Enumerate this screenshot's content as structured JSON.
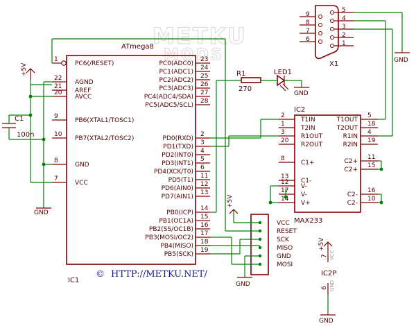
{
  "watermark": {
    "line1": "METKU",
    "line2": "MODS"
  },
  "copyright": {
    "symbol": "©",
    "text": "HTTP://METKU.NET/"
  },
  "ic1": {
    "name": "ATmega8",
    "ref": "IC1",
    "left_pins": [
      {
        "num": "1",
        "label": "PC6(/RESET)"
      },
      {
        "num": "22",
        "label": "AGND"
      },
      {
        "num": "21",
        "label": "AREF"
      },
      {
        "num": "20",
        "label": "AVCC"
      },
      {
        "num": "9",
        "label": "PB6(XTAL1/TOSC1)"
      },
      {
        "num": "10",
        "label": "PB7(XTAL2/TOSC2)"
      },
      {
        "num": "8",
        "label": "GND"
      },
      {
        "num": "7",
        "label": "VCC"
      }
    ],
    "right_pins": [
      {
        "num": "23",
        "label": "PC0(ADC0)"
      },
      {
        "num": "24",
        "label": "PC1(ADC1)"
      },
      {
        "num": "25",
        "label": "PC2(ADC2)"
      },
      {
        "num": "26",
        "label": "PC3(ADC3)"
      },
      {
        "num": "27",
        "label": "PC4(ADC4/SDA)"
      },
      {
        "num": "28",
        "label": "PC5(ADC5/SCL)"
      },
      {
        "num": "2",
        "label": "PD0(RXD)"
      },
      {
        "num": "3",
        "label": "PD1(TXD)"
      },
      {
        "num": "4",
        "label": "PD2(INT0)"
      },
      {
        "num": "5",
        "label": "PD3(INT1)"
      },
      {
        "num": "6",
        "label": "PD4(XCK/T0)"
      },
      {
        "num": "11",
        "label": "PD5(T1)"
      },
      {
        "num": "12",
        "label": "PD6(AIN0)"
      },
      {
        "num": "13",
        "label": "PD7(AIN1)"
      },
      {
        "num": "14",
        "label": "PB0(ICP)"
      },
      {
        "num": "15",
        "label": "PB1(OC1A)"
      },
      {
        "num": "16",
        "label": "PB2(SS/OC1B)"
      },
      {
        "num": "17",
        "label": "PB3(MOSI/OC2)"
      },
      {
        "num": "18",
        "label": "PB4(MISO)"
      },
      {
        "num": "19",
        "label": "PB5(SCK)"
      }
    ]
  },
  "ic2": {
    "name": "MAX233",
    "ref": "IC2",
    "left_pins": [
      {
        "num": "2",
        "label": "T1IN"
      },
      {
        "num": "1",
        "label": "T2IN"
      },
      {
        "num": "3",
        "label": "R1OUT"
      },
      {
        "num": "20",
        "label": "R2OUT"
      },
      {
        "num": "8",
        "label": "C1+"
      },
      {
        "num": "13",
        "label": "C1-"
      },
      {
        "num": "12",
        "label": "V-"
      },
      {
        "num": "17",
        "label": "V-"
      },
      {
        "num": "14",
        "label": "V+"
      }
    ],
    "right_pins": [
      {
        "num": "5",
        "label": "T1OUT"
      },
      {
        "num": "18",
        "label": "T2OUT"
      },
      {
        "num": "4",
        "label": "R1IN"
      },
      {
        "num": "19",
        "label": "R2IN"
      },
      {
        "num": "11",
        "label": "C2+"
      },
      {
        "num": "15",
        "label": "C2+"
      },
      {
        "num": "16",
        "label": "C2-"
      },
      {
        "num": "10",
        "label": "C2-"
      }
    ]
  },
  "ic2p": {
    "ref": "IC2P",
    "pin_top": "7",
    "pin_bottom": "6",
    "pin_top_label": "VCC",
    "pin_bottom_label": "GND"
  },
  "connector": {
    "ref": "X1",
    "left_pins": [
      "9",
      "8",
      "7",
      "6"
    ],
    "right_pins": [
      "5",
      "4",
      "3",
      "2",
      "1"
    ]
  },
  "isp": {
    "labels": [
      "VCC",
      "RESET",
      "SCK",
      "MISO",
      "GND",
      "MOSI"
    ]
  },
  "r1": {
    "ref": "R1",
    "value": "270"
  },
  "led1": {
    "ref": "LED1"
  },
  "c1": {
    "ref": "C1",
    "value": "100n"
  },
  "nets": {
    "vcc": "+5V",
    "gnd": "GND"
  }
}
